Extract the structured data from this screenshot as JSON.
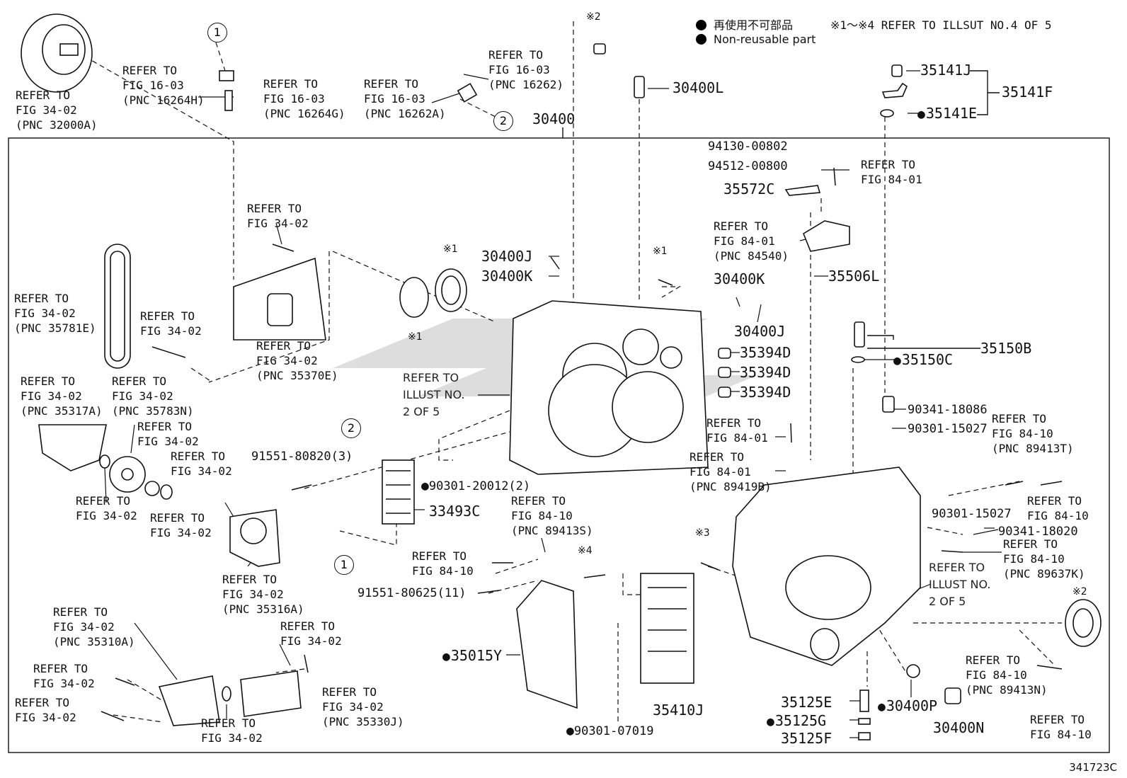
{
  "legend": {
    "jp": "再使用不可部品",
    "en": "Non-reusable part",
    "note": "※1～※4 REFER TO ILLSUT NO.4 OF 5"
  },
  "assembly_label": "30400",
  "drawing_code": "341723C",
  "part_numbers": {
    "p30400L": "30400L",
    "p35141J": "35141J",
    "p35141F": "35141F",
    "p35141E": "35141E",
    "p94130": "94130-00802",
    "p94512": "94512-00800",
    "p35572C": "35572C",
    "p30400J_a": "30400J",
    "p30400K_a": "30400K",
    "p35506L": "35506L",
    "p30400K_b": "30400K",
    "p30400J_b": "30400J",
    "p35394D_1": "35394D",
    "p35394D_2": "35394D",
    "p35394D_3": "35394D",
    "p35150B": "35150B",
    "p35150C": "35150C",
    "p90341_18086": "90341-18086",
    "p90301_15027_a": "90301-15027",
    "p91551_80820": "91551-80820(3)",
    "p90301_20012": "90301-20012(2)",
    "p33493C": "33493C",
    "p90301_15027_b": "90301-15027",
    "p90341_18020": "90341-18020",
    "p91551_80625": "91551-80625(11)",
    "p35015Y": "35015Y",
    "p35410J": "35410J",
    "p90301_07019": "90301-07019",
    "p35125E": "35125E",
    "p35125G": "35125G",
    "p35125F": "35125F",
    "p30400P": "30400P",
    "p30400N": "30400N"
  },
  "references": {
    "r1": "REFER TO\nFIG 34-02\n(PNC 32000A)",
    "r2": "REFER TO\nFIG 16-03\n(PNC 16264H)",
    "r3": "REFER TO\nFIG 16-03\n(PNC 16264G)",
    "r4": "REFER TO\nFIG 16-03\n(PNC 16262A)",
    "r5": "REFER TO\nFIG 16-03\n(PNC 16262)",
    "r6": "REFER TO\nFIG 84-01",
    "r7": "REFER TO\nFIG 84-01\n(PNC 84540)",
    "r8": "REFER TO\nFIG 34-02",
    "r9": "REFER TO\nFIG 34-02\n(PNC 35781E)",
    "r10": "REFER TO\nFIG 34-02",
    "r11": "REFER TO\nFIG 34-02\n(PNC 35370E)",
    "r12": "REFER TO\nFIG 34-02\n(PNC 35317A)",
    "r13": "REFER TO\nFIG 34-02\n(PNC 35783N)",
    "r14": "REFER TO\nFIG 34-02",
    "r15": "REFER TO\nFIG 34-02",
    "r16": "REFER TO\nFIG 34-02",
    "r17": "REFER TO\nFIG 34-02",
    "r18": "REFER TO\nFIG 34-02\n(PNC 35316A)",
    "r19": "REFER TO\nFIG 84-01",
    "r20": "REFER TO\nFIG 84-01\n(PNC 89419B)",
    "r21": "REFER TO\nFIG 84-10\n(PNC 89413T)",
    "r22": "REFER TO\nFIG 84-10",
    "r23": "REFER TO\nFIG 84-10\n(PNC 89413S)",
    "r24": "REFER TO\nFIG 84-10",
    "r25": "REFER TO\nFIG 84-10\n(PNC 89637K)",
    "r26": "REFER TO\nFIG 34-02\n(PNC 35310A)",
    "r27": "REFER TO\nFIG 34-02",
    "r28": "REFER TO\nFIG 34-02",
    "r29": "REFER TO\nFIG 34-02",
    "r30": "REFER TO\nFIG 34-02\n(PNC 35330J)",
    "r31": "REFER TO\nFIG 34-02",
    "r32": "REFER TO\nFIG 84-10\n(PNC 89413N)",
    "r33": "REFER TO\nFIG 84-10"
  },
  "illust_refs": {
    "i1": "REFER TO\nILLUST NO.\n2 OF 5",
    "i2": "REFER TO\nILLUST NO.\n2 OF 5"
  },
  "stars": {
    "s1": "※2",
    "s2": "※1",
    "s3": "※1",
    "s4": "※1",
    "s5": "※3",
    "s6": "※4",
    "s7": "※2"
  },
  "callouts": {
    "c1": "1",
    "c2": "2",
    "c3": "2",
    "c4": "1"
  }
}
